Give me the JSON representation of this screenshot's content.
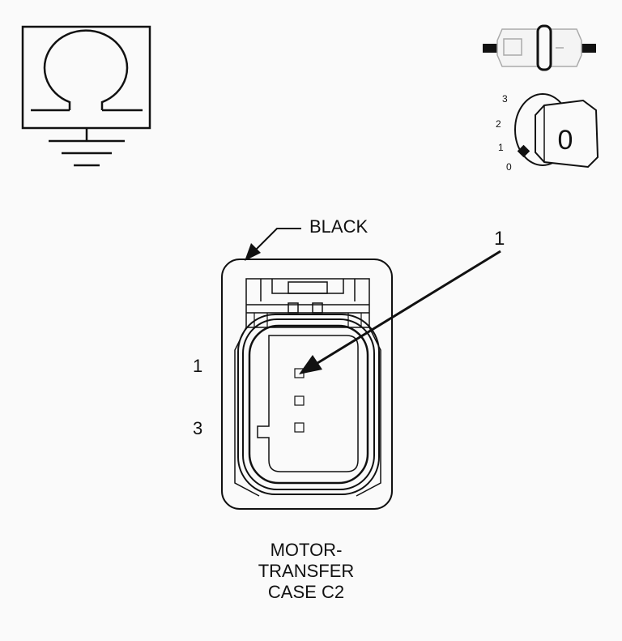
{
  "connector": {
    "color_label": "BLACK",
    "callout_number": "1",
    "pin_labels": {
      "top": "1",
      "bottom": "3"
    },
    "caption_lines": [
      "MOTOR-",
      "TRANSFER",
      "CASE C2"
    ]
  },
  "ignition_key": {
    "positions": [
      "3",
      "2",
      "1",
      "0"
    ],
    "key_position": "0"
  },
  "icons": [
    "ground-omega-icon",
    "inline-connector-icon",
    "ignition-key-icon"
  ],
  "colors": {
    "line": "#111111",
    "background": "#fafafa",
    "light_stroke": "#999999"
  }
}
